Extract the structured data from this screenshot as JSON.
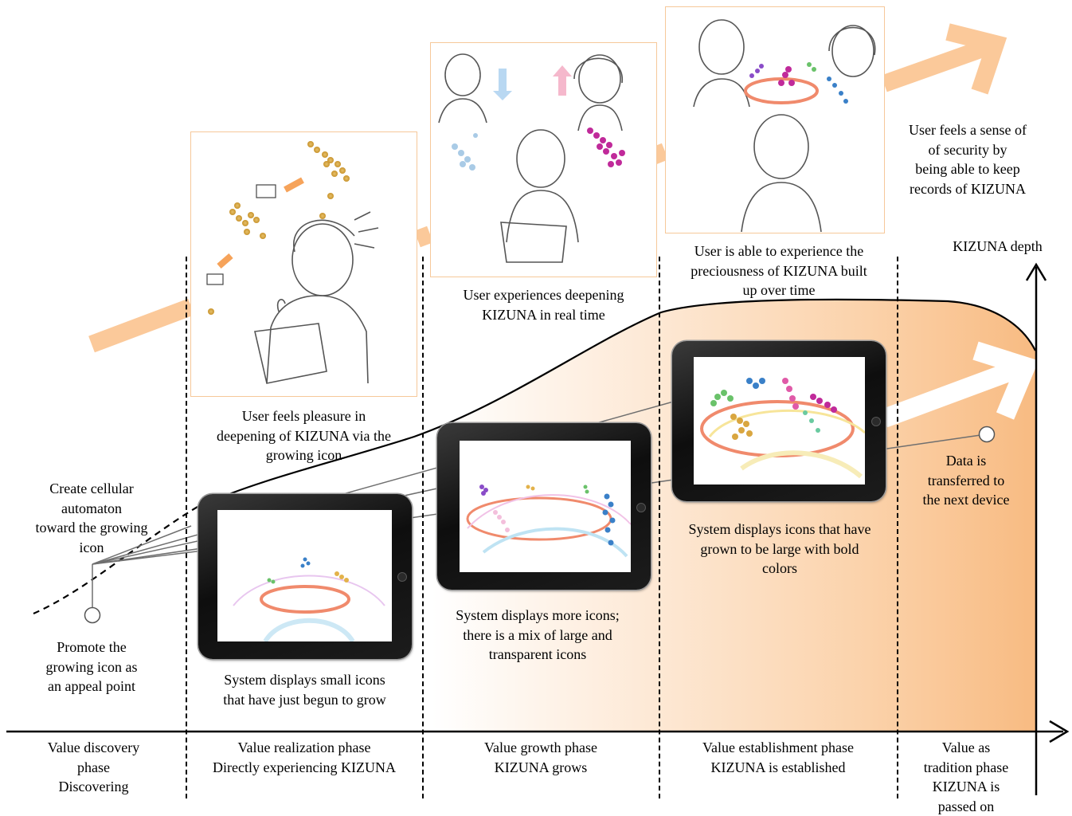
{
  "phases": [
    "Value discovery\nphase\nDiscovering",
    "Value realization phase\nDirectly experiencing KIZUNA",
    "Value growth phase\nKIZUNA grows",
    "Value establishment phase\nKIZUNA is established",
    "Value as\ntradition phase\nKIZUNA is\npassed on"
  ],
  "axis_label": "KIZUNA depth",
  "user_captions": [
    "User feels pleasure in\ndeepening of KIZUNA via the\ngrowing icon",
    "User experiences deepening\nKIZUNA in real time",
    "User is able to experience the\npreciousness of KIZUNA built\nup over time",
    "User feels a sense of\nof security  by\nbeing able to keep\nrecords of KIZUNA"
  ],
  "system_captions": [
    "System displays small icons\nthat have just begun to grow",
    "System displays more icons;\nthere is a mix of large and\ntransparent icons",
    "System displays icons that have\ngrown to be large with bold\ncolors",
    "Data is\ntransferred to\nthe next device"
  ],
  "discovery_captions": {
    "top": "Create  cellular\nautomaton\ntoward the growing\nicon",
    "bottom": "Promote the\ngrowing icon as\nan appeal point"
  },
  "colors": {
    "orange_arrow": "#fbc99a",
    "area_light": "#fdf1e6",
    "area_dark": "#f9bf88",
    "panel_border": "#f6c89a"
  }
}
